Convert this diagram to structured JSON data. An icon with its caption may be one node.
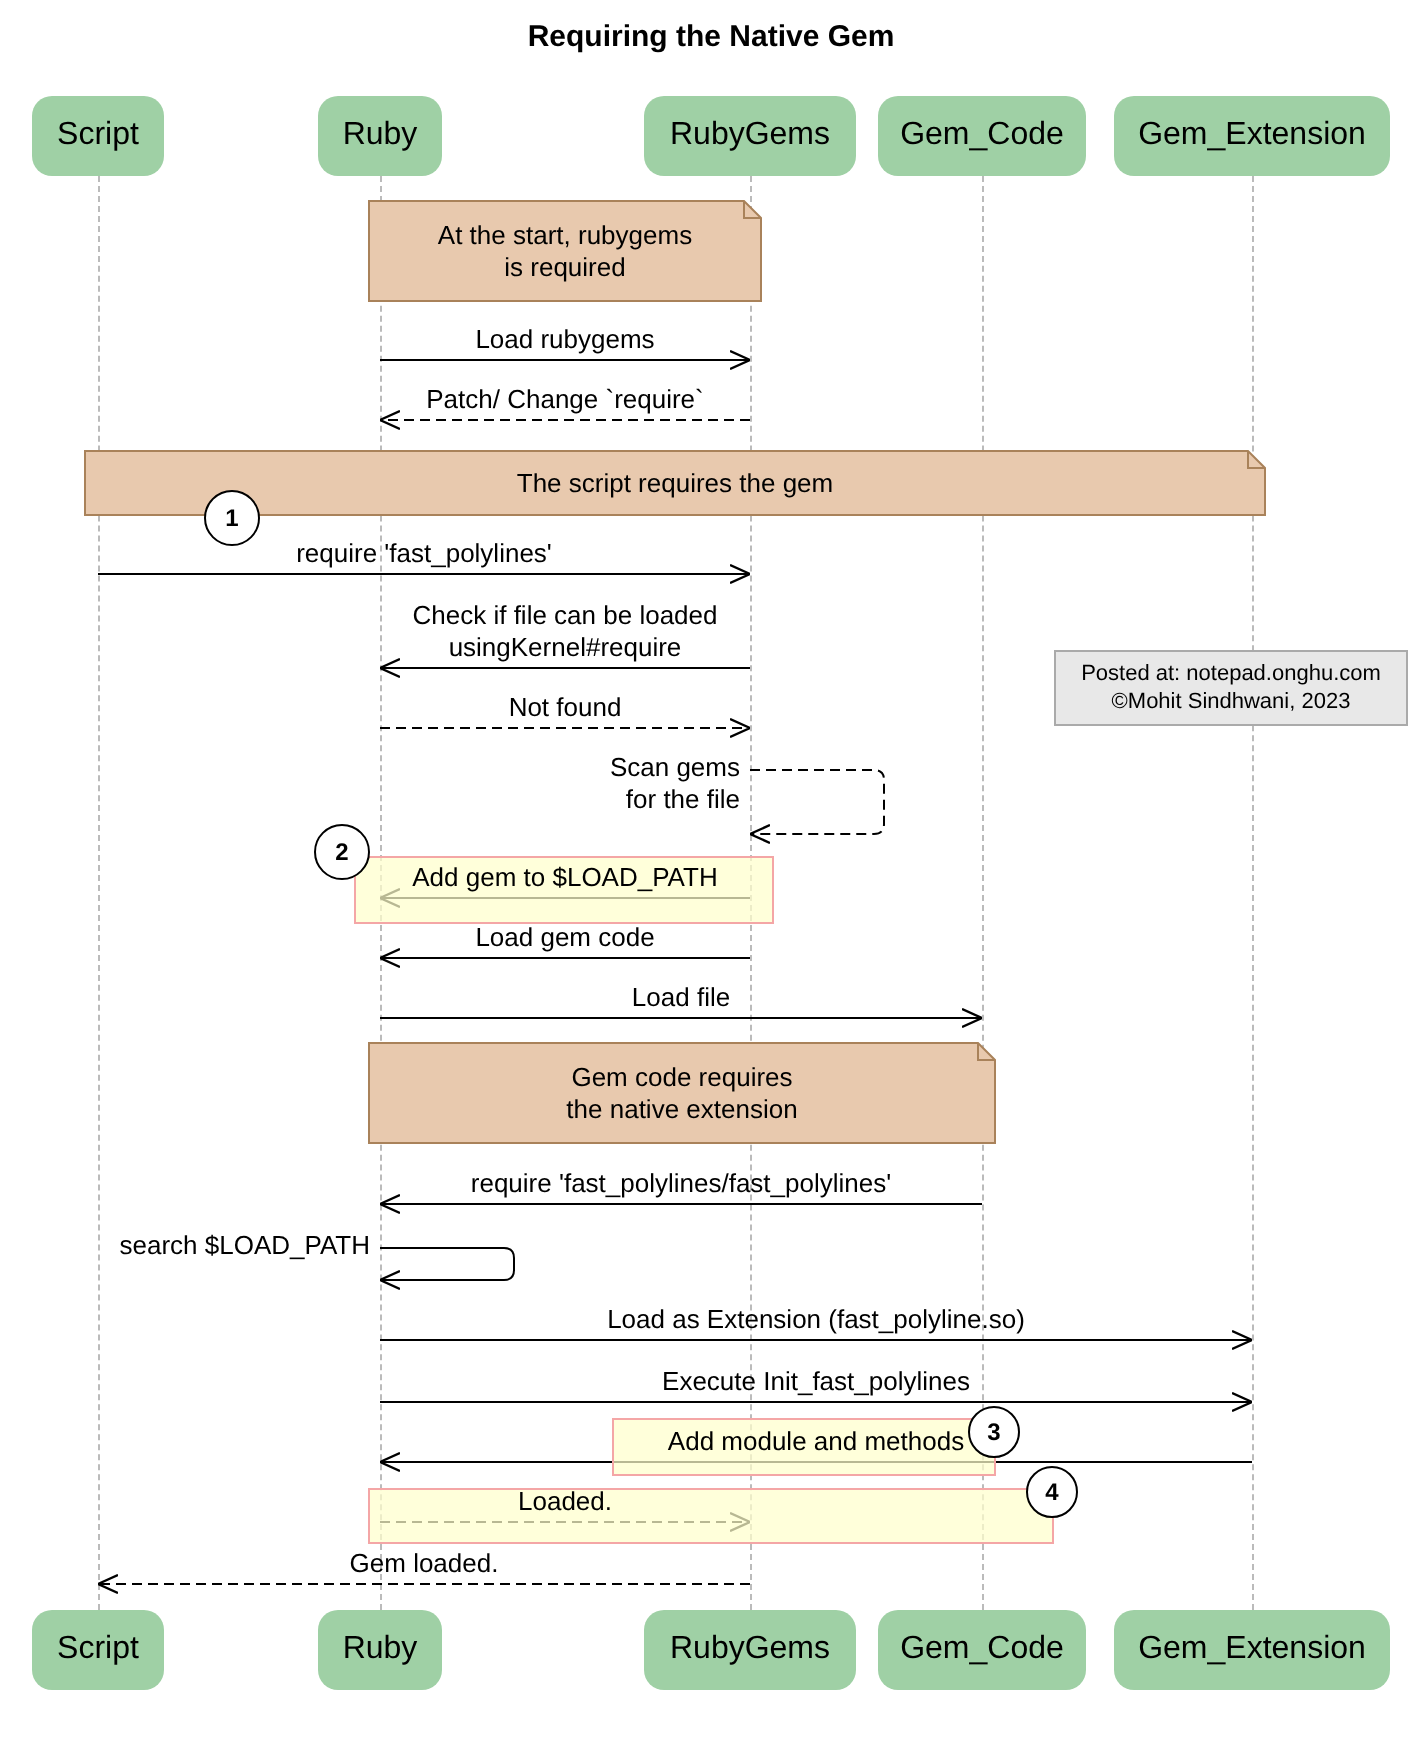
{
  "diagram": {
    "title": "Requiring the Native Gem",
    "nodes": [
      {
        "text": [
          "Script"
        ]
      },
      {
        "text": [
          "Ruby"
        ]
      },
      {
        "text": [
          "RubyGems"
        ]
      },
      {
        "text": [
          "Gem_Code"
        ]
      },
      {
        "text": [
          "Gem_Extension"
        ]
      },
      {
        "text": [],
        "shape": "line"
      },
      {
        "text": [],
        "shape": "line"
      },
      {
        "text": [],
        "shape": "line"
      },
      {
        "text": [],
        "shape": "line"
      },
      {
        "text": [],
        "shape": "line"
      },
      {
        "text": [
          "Script"
        ]
      },
      {
        "text": [
          "Ruby"
        ]
      },
      {
        "text": [
          "RubyGems"
        ]
      },
      {
        "text": [
          "Gem_Code"
        ]
      },
      {
        "text": [
          "Gem_Extension"
        ]
      },
      {
        "text": [
          "At the start, rubygems is required"
        ]
      },
      {
        "text": [
          "The script requires the gem"
        ]
      },
      {
        "text": [
          "Posted at: notepad.onghu.com",
          "©Mohit Sindhwani, 2023"
        ]
      },
      {
        "text": [
          "Gem code requires the native extension"
        ]
      },
      {
        "text": [
          "1"
        ]
      },
      {
        "text": [
          "2"
        ]
      },
      {
        "text": [
          "3"
        ]
      },
      {
        "text": [
          "4"
        ]
      }
    ],
    "edges": [
      {
        "from": 6,
        "to": 7,
        "arrow": "to",
        "label": "Load rubygems"
      },
      {
        "from": 7,
        "to": 6,
        "arrow": "to",
        "label": "Patch/ Change `require`",
        "style": "dashed"
      },
      {
        "from": 5,
        "to": 7,
        "arrow": "to",
        "label": "require 'fast_polylines'"
      },
      {
        "from": 7,
        "to": 6,
        "arrow": "to",
        "label": "Check if file can be loaded usingKernel#require"
      },
      {
        "from": 6,
        "to": 7,
        "arrow": "to",
        "label": "Not found",
        "style": "dashed"
      },
      {
        "from": 7,
        "to": 7,
        "arrow": "to",
        "label": "Scan gems for the file",
        "style": "dashed"
      },
      {
        "from": 7,
        "to": 6,
        "arrow": "to",
        "label": "Add gem to $LOAD_PATH"
      },
      {
        "from": 7,
        "to": 6,
        "arrow": "to",
        "label": "Load gem code"
      },
      {
        "from": 6,
        "to": 8,
        "arrow": "to",
        "label": "Load file"
      },
      {
        "from": 8,
        "to": 6,
        "arrow": "to",
        "label": "require 'fast_polylines/fast_polylines'"
      },
      {
        "from": 6,
        "to": 6,
        "arrow": "to",
        "label": "search $LOAD_PATH"
      },
      {
        "from": 6,
        "to": 9,
        "arrow": "to",
        "label": "Load as Extension (fast_polyline.so)"
      },
      {
        "from": 6,
        "to": 9,
        "arrow": "to",
        "label": "Execute Init_fast_polylines"
      },
      {
        "from": 9,
        "to": 6,
        "arrow": "to",
        "label": "Add module and methods"
      },
      {
        "from": 6,
        "to": 7,
        "arrow": "to",
        "label": "Loaded.",
        "style": "dashed"
      },
      {
        "from": 7,
        "to": 5,
        "arrow": "to",
        "label": "Gem loaded.",
        "style": "dashed"
      }
    ]
  }
}
